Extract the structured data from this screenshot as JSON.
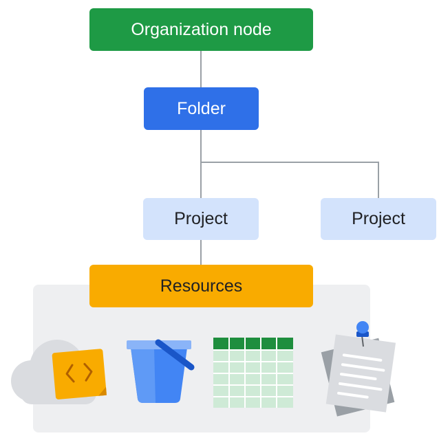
{
  "diagram": {
    "organization": {
      "label": "Organization node",
      "color": "#1e9a45"
    },
    "folder": {
      "label": "Folder",
      "color": "#2f70e8"
    },
    "projects": [
      {
        "label": "Project",
        "color": "#d3e3fc"
      },
      {
        "label": "Project",
        "color": "#d3e3fc"
      }
    ],
    "resources": {
      "label": "Resources",
      "color": "#f9ab00"
    },
    "resource_icons": [
      "cloud-functions-icon",
      "storage-bucket-icon",
      "data-table-icon",
      "pinned-notes-icon"
    ],
    "connector_color": "#9aa0a6"
  }
}
